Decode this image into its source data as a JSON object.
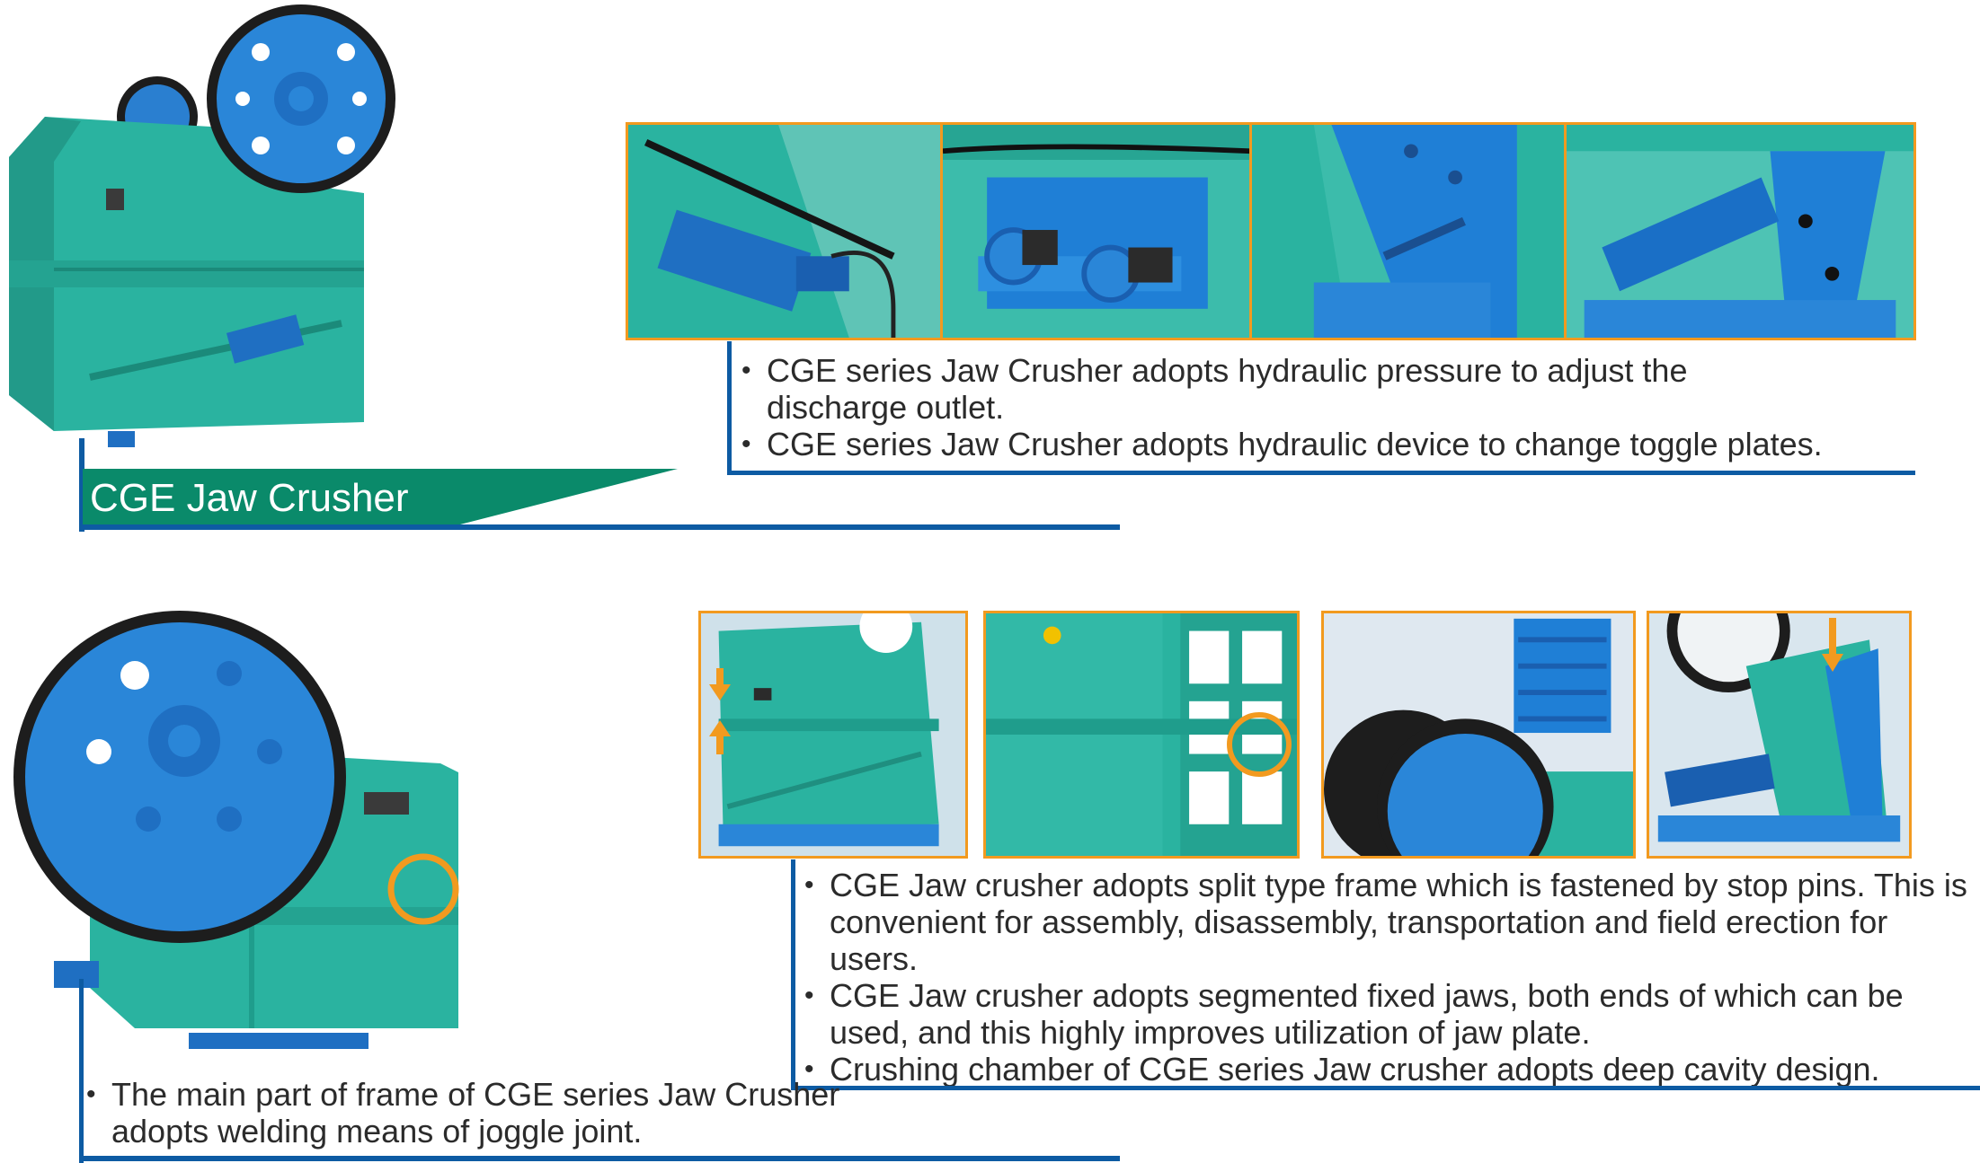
{
  "title": "CGE Jaw Crusher",
  "colors": {
    "accent_blue": "#0d5ba3",
    "banner_green": "#0a8a6a",
    "frame_orange": "#f29a1f",
    "machine_teal": "#2ab3a0",
    "machine_blue": "#1f7fd6"
  },
  "top_bullets": [
    "CGE series Jaw Crusher adopts hydraulic pressure to adjust the discharge outlet.",
    "CGE series Jaw Crusher adopts hydraulic device to change toggle plates."
  ],
  "mid_bullets": [
    "CGE Jaw crusher adopts split type frame which is fastened by stop pins. This is convenient for assembly, disassembly, transportation and field erection for users.",
    "CGE Jaw crusher adopts segmented fixed jaws, both ends of which can be used, and this highly improves utilization of jaw plate.",
    "Crushing chamber of CGE series Jaw crusher adopts deep cavity design."
  ],
  "bottom_bullets": [
    "The main part of frame of CGE series Jaw Crusher adopts welding means of joggle joint."
  ],
  "icons": [
    "jaw-crusher-machine-image",
    "detail-photo",
    "highlight-circle-icon",
    "arrow-icon"
  ]
}
